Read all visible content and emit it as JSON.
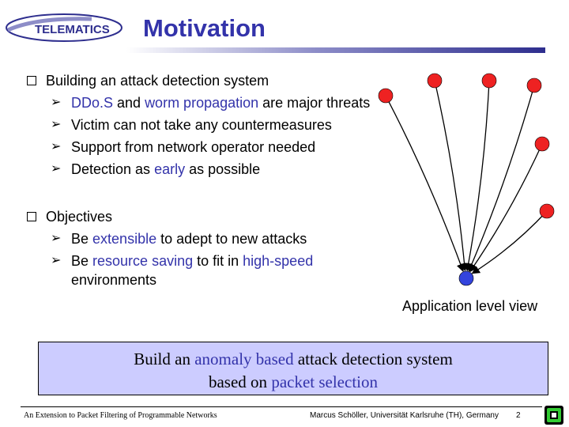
{
  "header": {
    "logo_text": "TELEMATICS",
    "title": "Motivation"
  },
  "bullets": [
    {
      "text": "Building an attack detection system",
      "subs": [
        [
          {
            "t": "DDo.S",
            "hl": true
          },
          {
            "t": " and ",
            "hl": false
          },
          {
            "t": "worm propagation",
            "hl": true
          },
          {
            "t": " are major threats",
            "hl": false
          }
        ],
        [
          {
            "t": "Victim can not take any countermeasures",
            "hl": false
          }
        ],
        [
          {
            "t": "Support from network operator needed",
            "hl": false
          }
        ],
        [
          {
            "t": "Detection as ",
            "hl": false
          },
          {
            "t": "early",
            "hl": true
          },
          {
            "t": " as possible",
            "hl": false
          }
        ]
      ]
    },
    {
      "text": "Objectives",
      "subs": [
        [
          {
            "t": "Be ",
            "hl": false
          },
          {
            "t": "extensible",
            "hl": true
          },
          {
            "t": " to adept to new attacks",
            "hl": false
          }
        ],
        [
          {
            "t": "Be ",
            "hl": false
          },
          {
            "t": "resource saving",
            "hl": true
          },
          {
            "t": " to fit in ",
            "hl": false
          },
          {
            "t": "high-speed",
            "hl": true
          },
          {
            "t": " environments",
            "hl": false
          }
        ]
      ]
    }
  ],
  "diagram": {
    "caption": "Application level view",
    "source_color": "#ee2222",
    "target_color": "#3344dd",
    "source_count": 6
  },
  "summary": {
    "line1": [
      {
        "t": "Build an ",
        "hl": false
      },
      {
        "t": "anomaly based",
        "hl": true
      },
      {
        "t": " attack detection system",
        "hl": false
      }
    ],
    "line2": [
      {
        "t": "based on ",
        "hl": false
      },
      {
        "t": "packet selection",
        "hl": true
      }
    ]
  },
  "footer": {
    "left": "An Extension to Packet Filtering of Programmable Networks",
    "middle": "Marcus Schöller, Universität Karlsruhe (TH), Germany",
    "page": "2"
  }
}
